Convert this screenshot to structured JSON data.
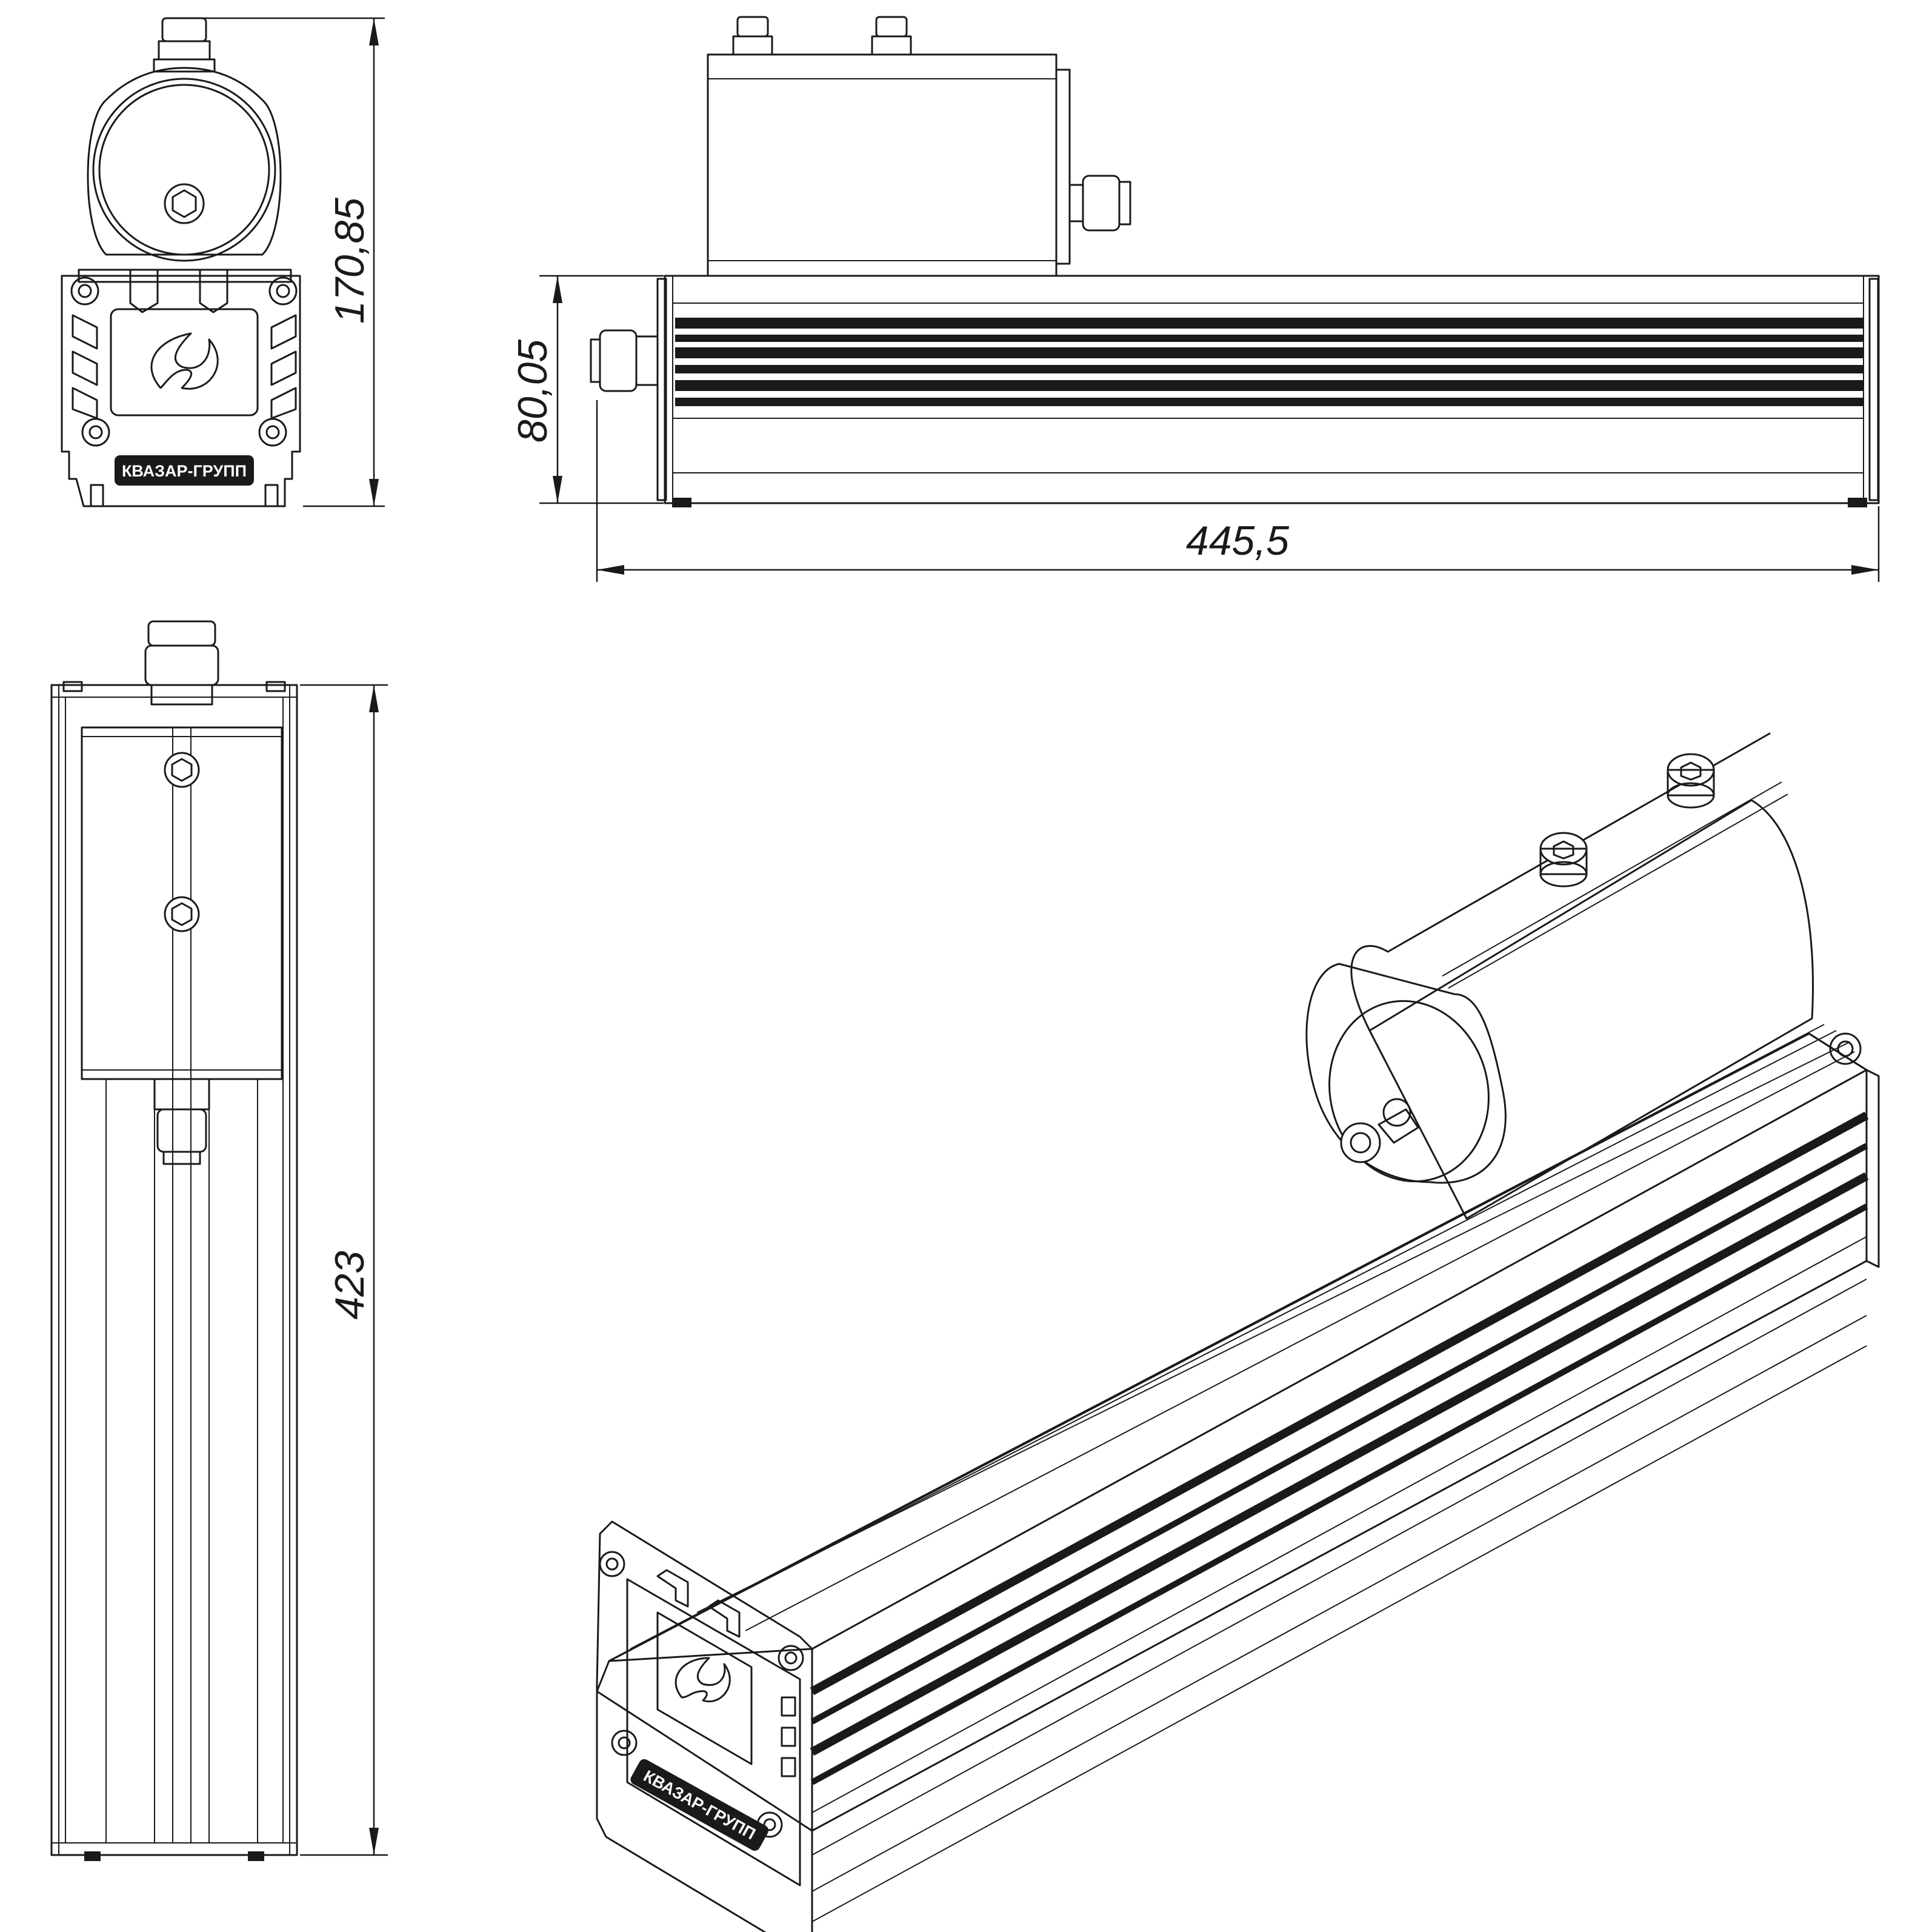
{
  "dimensions": {
    "front_height": "170,85",
    "side_height": "80,05",
    "side_length": "445,5",
    "top_length": "423"
  },
  "brand": {
    "name": "КВАЗАР-ГРУПП"
  },
  "colors": {
    "line": "#1a1a1a",
    "background": "#ffffff"
  }
}
